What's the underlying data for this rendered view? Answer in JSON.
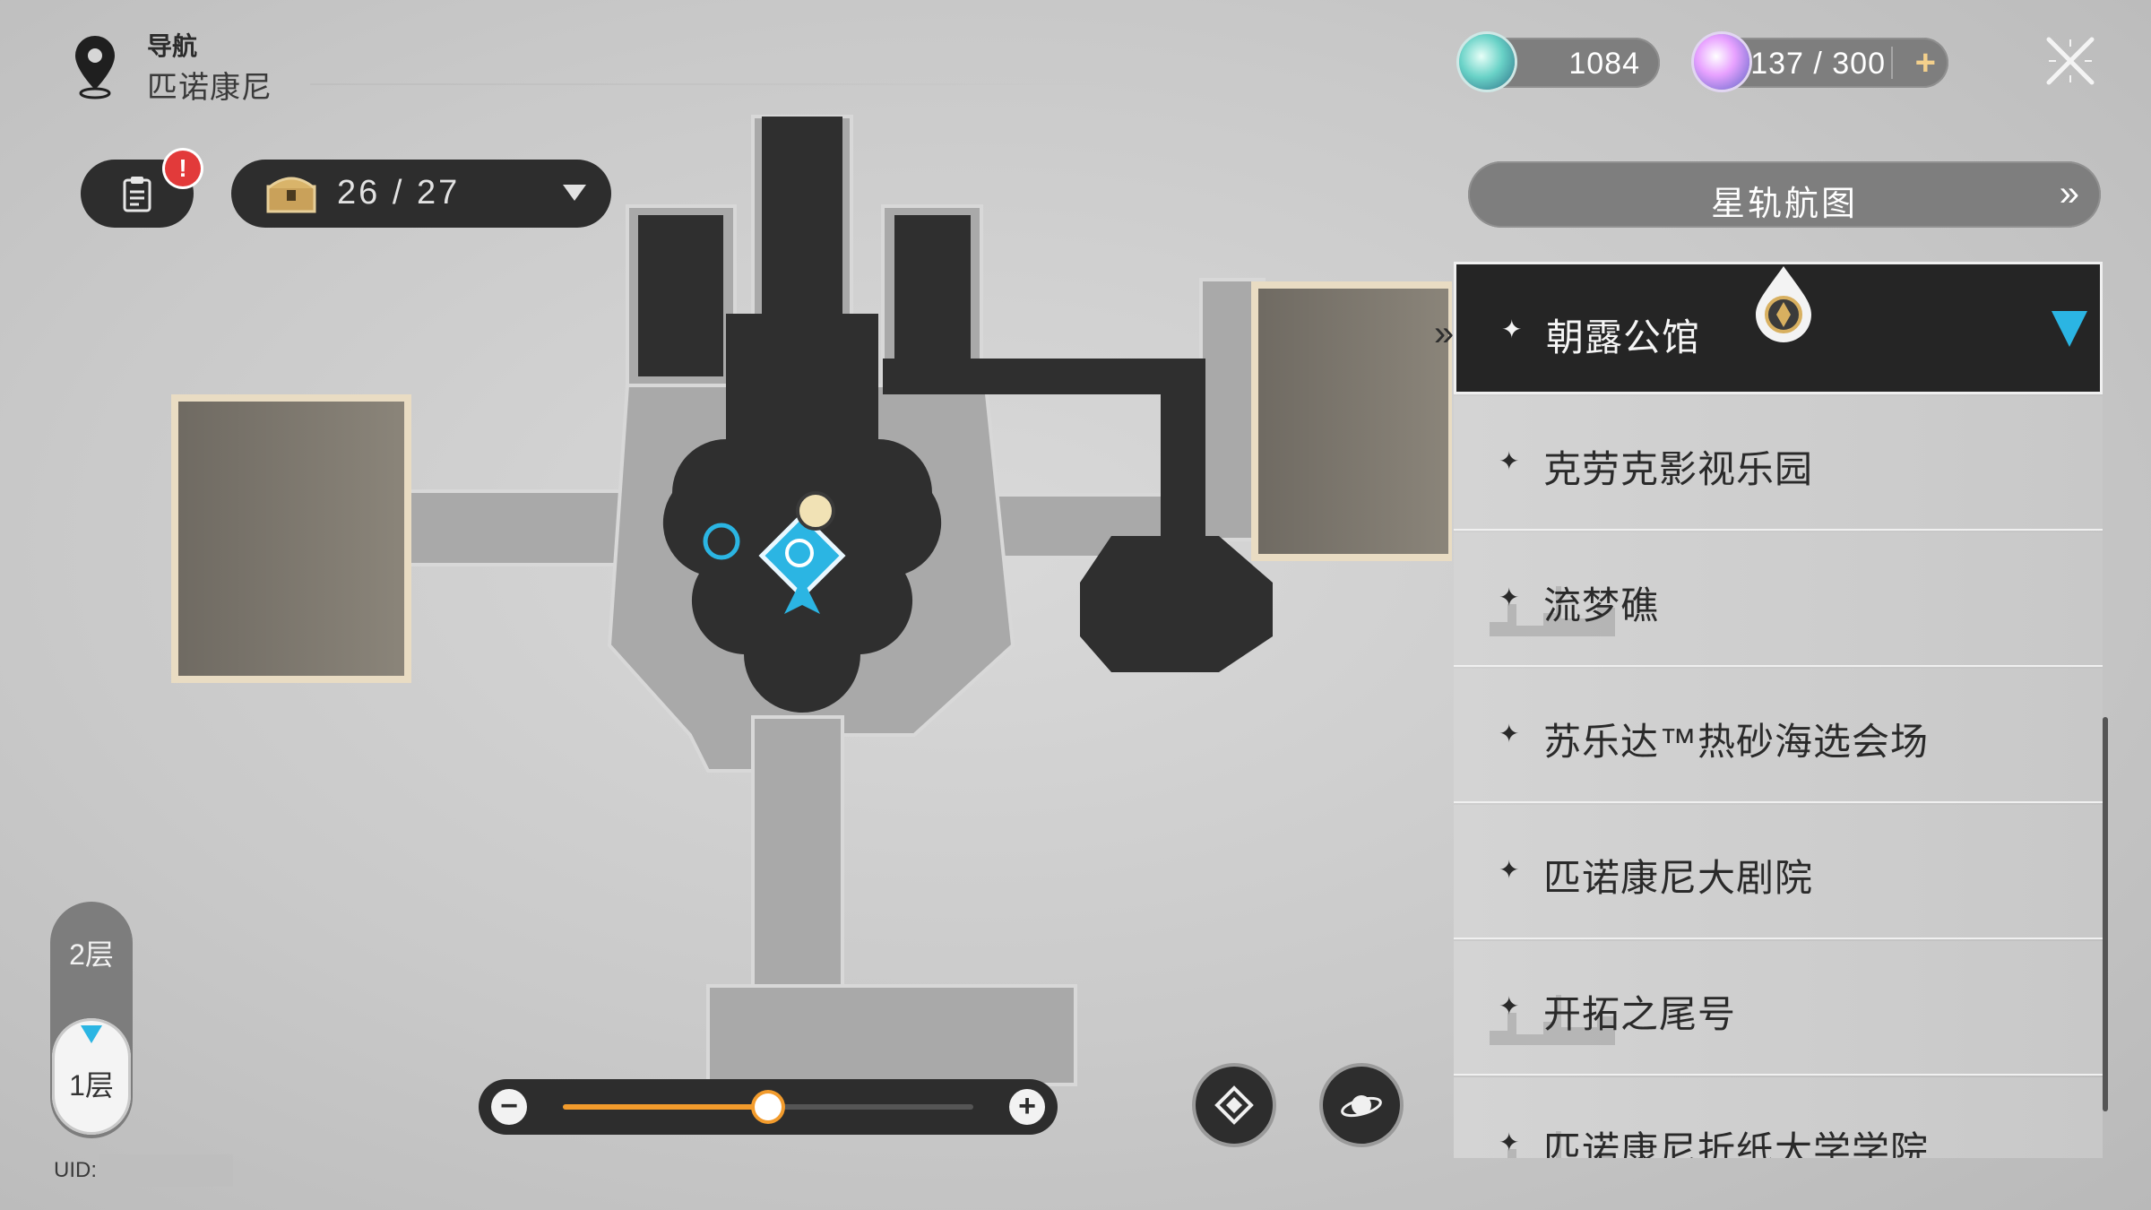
{
  "header": {
    "nav_label": "导航",
    "region_name": "匹诺康尼"
  },
  "currencies": [
    {
      "icon": "stellar-jade-icon",
      "value": "1084"
    },
    {
      "icon": "trailblaze-power-icon",
      "value": "137 / 300",
      "plus": "+"
    }
  ],
  "toolbar": {
    "treasure_count": "26 / 27",
    "badge": "!"
  },
  "floors": {
    "upper": "2层",
    "current": "1层"
  },
  "uid_label": "UID:",
  "zoom": {
    "minus": "−",
    "plus": "+",
    "level": 0.5
  },
  "star_rail_map": {
    "label": "星轨航图",
    "chevron": "»"
  },
  "locations": [
    {
      "name": "朝露公馆",
      "active": true
    },
    {
      "name": "克劳克影视乐园",
      "active": false
    },
    {
      "name": "流梦礁",
      "active": false
    },
    {
      "name": "苏乐达™热砂海选会场",
      "active": false
    },
    {
      "name": "匹诺康尼大剧院",
      "active": false
    },
    {
      "name": "开拓之尾号",
      "active": false
    },
    {
      "name": "匹诺康尼折纸大学学院",
      "active": false
    }
  ],
  "colors": {
    "accent_blue": "#2bb5e3",
    "accent_orange": "#f29b2c",
    "dark_panel": "#252525"
  }
}
